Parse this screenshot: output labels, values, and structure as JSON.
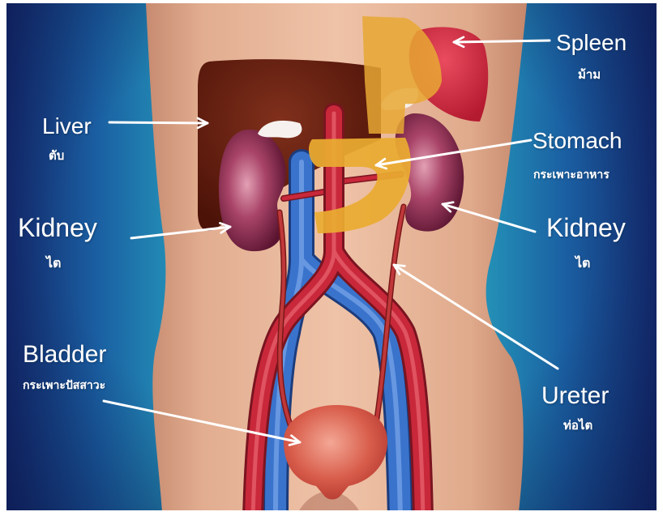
{
  "labels": {
    "spleen": {
      "en": "Spleen",
      "th": "ม้าม"
    },
    "liver": {
      "en": "Liver",
      "th": "ตับ"
    },
    "stomach": {
      "en": "Stomach",
      "th": "กระเพาะอาหาร"
    },
    "kidney_left": {
      "en": "Kidney",
      "th": "ไต"
    },
    "kidney_right": {
      "en": "Kidney",
      "th": "ไต"
    },
    "bladder": {
      "en": "Bladder",
      "th": "กระเพาะปัสสาวะ"
    },
    "ureter": {
      "en": "Ureter",
      "th": "ท่อไต"
    }
  },
  "colors": {
    "label_text": "#ffffff",
    "background": "#2aa3bf",
    "skin": "#efc3a8",
    "artery": "#c8283a",
    "vein": "#3a73cc"
  }
}
